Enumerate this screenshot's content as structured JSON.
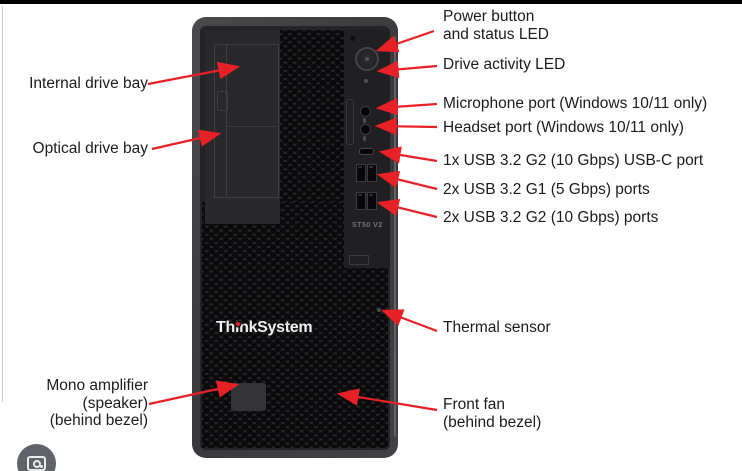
{
  "canvas": {
    "background": "#ffffff",
    "top_bar_color": "#000000",
    "arrow_color": "#e82127",
    "label_text_color": "#1c1c1c"
  },
  "tower": {
    "brand": "ThinkSystem",
    "model_label": "ST50 V2",
    "bezel_color": "#39393b",
    "mesh_color": "#0a0a0c"
  },
  "callouts_left": [
    {
      "id": "internal-drive-bay",
      "text": "Internal drive bay"
    },
    {
      "id": "optical-drive-bay",
      "text": "Optical drive bay"
    },
    {
      "id": "mono-amplifier",
      "text": "Mono amplifier\n(speaker)\n(behind bezel)"
    }
  ],
  "callouts_right": [
    {
      "id": "power-button",
      "text": "Power button\nand status LED"
    },
    {
      "id": "drive-activity-led",
      "text": "Drive activity LED"
    },
    {
      "id": "microphone-port",
      "text": "Microphone port (Windows 10/11 only)"
    },
    {
      "id": "headset-port",
      "text": "Headset port (Windows 10/11 only)"
    },
    {
      "id": "usb-c-port",
      "text": "1x USB 3.2 G2 (10 Gbps) USB-C port"
    },
    {
      "id": "usb-g1-ports",
      "text": "2x USB 3.2 G1 (5 Gbps) ports"
    },
    {
      "id": "usb-g2-ports",
      "text": "2x USB 3.2 G2 (10 Gbps) ports"
    },
    {
      "id": "thermal-sensor",
      "text": "Thermal sensor"
    },
    {
      "id": "front-fan",
      "text": "Front fan\n(behind bezel)"
    }
  ],
  "lens_button": {
    "icon": "camera-icon"
  }
}
